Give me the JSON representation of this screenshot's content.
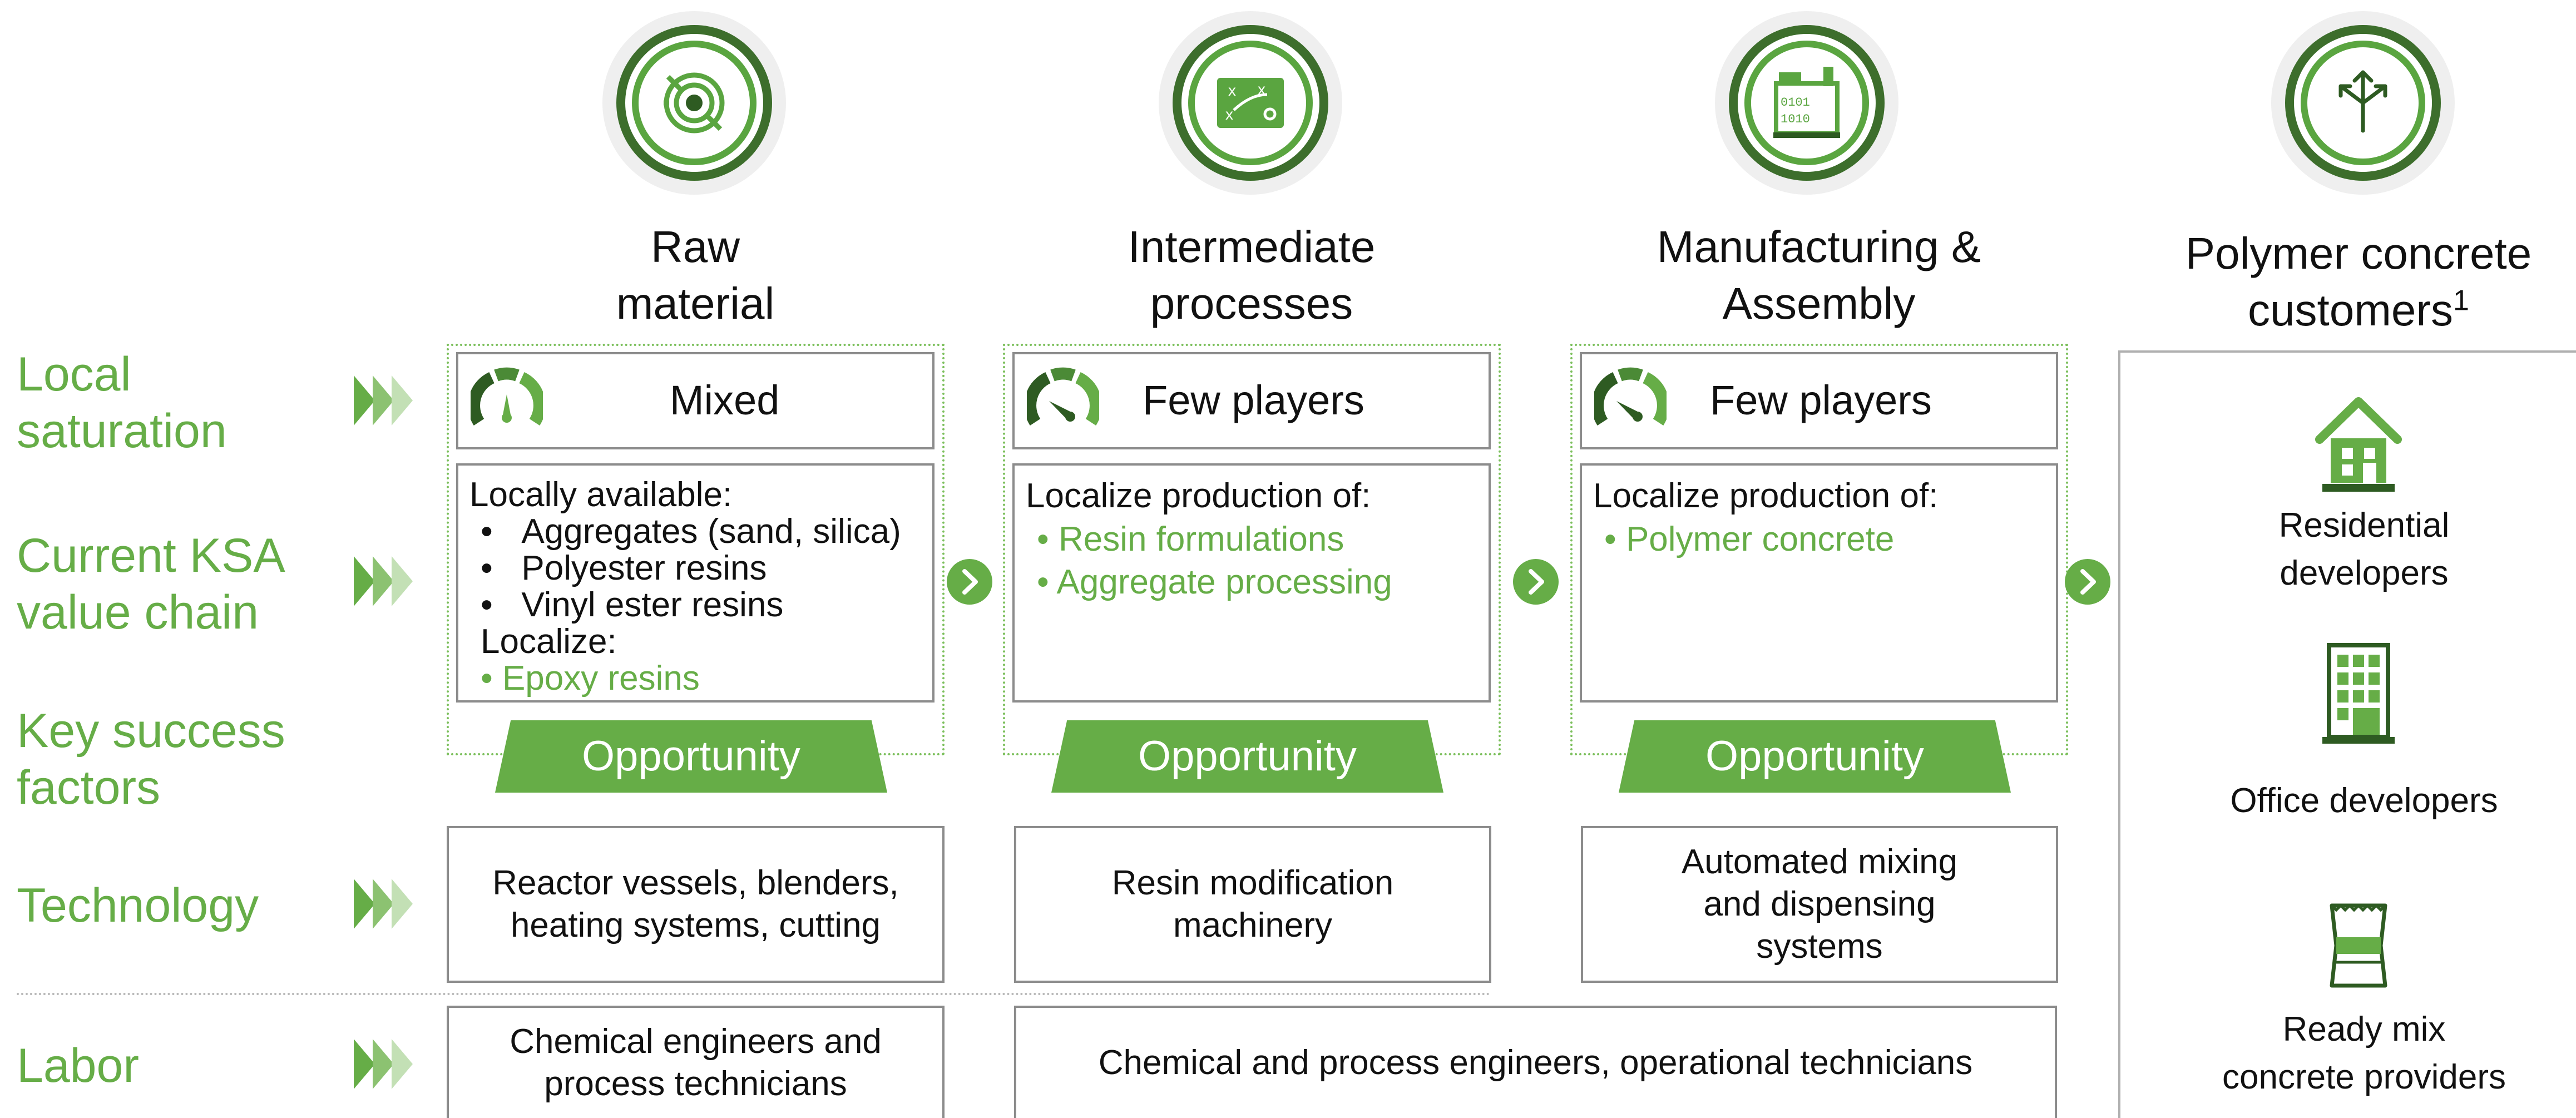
{
  "colors": {
    "accent": "#66ad47",
    "dark_green": "#2e5b22",
    "border": "#8c8c8c"
  },
  "row_labels": {
    "local_saturation": [
      "Local",
      "saturation"
    ],
    "value_chain": [
      "Current KSA",
      "value chain"
    ],
    "key_success": [
      "Key success",
      "factors"
    ],
    "technology": "Technology",
    "labor": "Labor"
  },
  "columns": [
    {
      "icon": "target-icon",
      "heading": [
        "Raw",
        "material"
      ],
      "saturation": "Mixed",
      "value_chain": {
        "intro": "Locally available:",
        "bullets": [
          "Aggregates (sand, silica)",
          "Polyester resins",
          "Vinyl ester resins"
        ],
        "localize_label": "Localize:",
        "localize_items": [
          "Epoxy resins"
        ]
      },
      "opportunity": "Opportunity",
      "technology": "Reactor vessels, blenders, heating systems, cutting"
    },
    {
      "icon": "strategy-board-icon",
      "heading": [
        "Intermediate",
        "processes"
      ],
      "saturation": "Few players",
      "value_chain": {
        "intro": "Localize production of:",
        "localize_items": [
          "Resin formulations",
          "Aggregate processing"
        ]
      },
      "opportunity": "Opportunity",
      "technology": "Resin modification machinery"
    },
    {
      "icon": "factory-icon",
      "heading": [
        "Manufacturing &",
        "Assembly"
      ],
      "saturation": "Few players",
      "value_chain": {
        "intro": "Localize production of:",
        "localize_items": [
          "Polymer concrete"
        ]
      },
      "opportunity": "Opportunity",
      "technology": "Automated mixing and dispensing systems"
    }
  ],
  "customers": {
    "icon": "split-arrows-icon",
    "heading": [
      "Polymer concrete",
      "customers"
    ],
    "footnote": "1",
    "items": [
      {
        "icon": "house-icon",
        "label": [
          "Residential",
          "developers"
        ]
      },
      {
        "icon": "office-building-icon",
        "label": [
          "Office developers"
        ]
      },
      {
        "icon": "cement-bag-icon",
        "label": [
          "Ready mix",
          "concrete providers"
        ]
      }
    ]
  },
  "labor": {
    "first": "Chemical engineers and process technicians",
    "rest": "Chemical and process engineers, operational technicians"
  }
}
